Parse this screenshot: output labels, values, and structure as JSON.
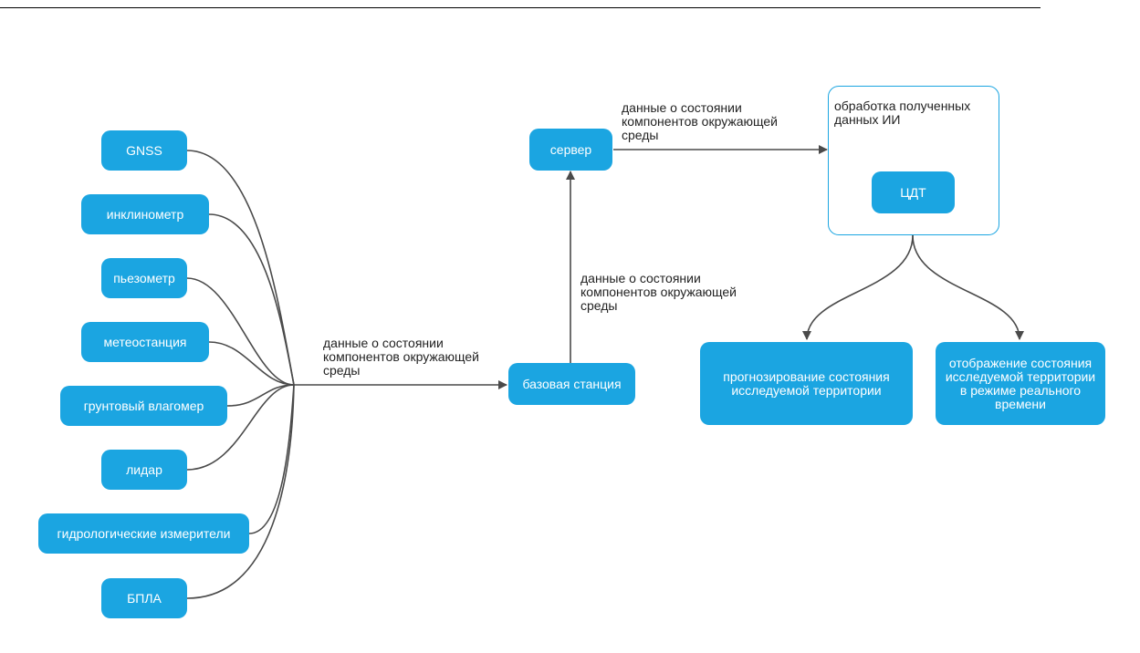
{
  "sensors": [
    {
      "id": "gnss",
      "label": "GNSS"
    },
    {
      "id": "inclinometer",
      "label": "инклинометр"
    },
    {
      "id": "piezometer",
      "label": "пьезометр"
    },
    {
      "id": "weather-station",
      "label": "метеостанция"
    },
    {
      "id": "soil-moisture-meter",
      "label": "грунтовый влагомер"
    },
    {
      "id": "lidar",
      "label": "лидар"
    },
    {
      "id": "hydrological-meters",
      "label": "гидрологические измерители"
    },
    {
      "id": "uav",
      "label": "БПЛА"
    }
  ],
  "base_station": {
    "label": "базовая станция"
  },
  "server": {
    "label": "сервер"
  },
  "processing": {
    "title_lines": [
      "обработка полученных",
      "данных ИИ"
    ],
    "dtt_label": "ЦДТ"
  },
  "outputs": {
    "forecast_lines": [
      "прогнозирование состояния",
      "исследуемой территории"
    ],
    "display_lines": [
      "отображение состояния",
      "исследуемой территории",
      "в режиме реального",
      "времени"
    ]
  },
  "edge_labels": {
    "sensors_to_base": [
      "данные о состоянии",
      "компонентов окружающей",
      "среды"
    ],
    "base_to_server": [
      "данные о состоянии",
      "компонентов окружающей",
      "среды"
    ],
    "server_to_processing": [
      "данные о состоянии",
      "компонентов окружающей",
      "среды"
    ]
  },
  "colors": {
    "node_fill": "#1ba5e1",
    "node_text": "#ffffff",
    "connector": "#4a4a4a",
    "processing_border": "#1ba5e1",
    "caption_text": "#222222"
  }
}
